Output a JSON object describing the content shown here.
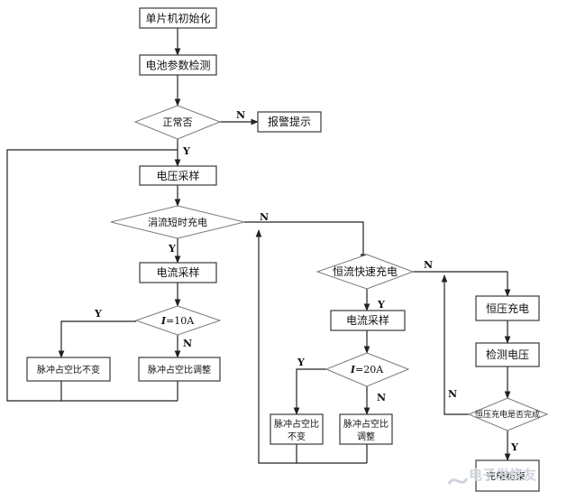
{
  "nodes": {
    "init": "单片机初始化",
    "battery_check": "电池参数检测",
    "normal": "正常否",
    "alarm": "报警提示",
    "voltage_sample": "电压采样",
    "trickle": "涓流短时充电",
    "current_sample_1": "电流采样",
    "cond_10a_var": "I",
    "cond_10a_val": "=10A",
    "pwm_keep_1": "脉冲占空比不变",
    "pwm_adjust_1": "脉冲占空比调整",
    "fast_charge": "恒流快速充电",
    "current_sample_2": "电流采样",
    "cond_20a_var": "I",
    "cond_20a_val": "=20A",
    "pwm_keep_2_l1": "脉冲占空比",
    "pwm_keep_2_l2": "不变",
    "pwm_adjust_2_l1": "脉冲占空比",
    "pwm_adjust_2_l2": "调整",
    "cv_charge": "恒压充电",
    "check_voltage": "检测电压",
    "cv_done": "恒压充电是否完成",
    "charge_done": "充电结束"
  },
  "edge_labels": {
    "normal_no": "N",
    "normal_yes": "Y",
    "trickle_no": "N",
    "trickle_yes": "Y",
    "i10_yes": "Y",
    "i10_no": "N",
    "fast_no": "N",
    "fast_yes": "Y",
    "i20_yes": "Y",
    "i20_no": "N",
    "cv_no": "N",
    "cv_yes": "Y"
  },
  "watermark": "电子发烧友"
}
